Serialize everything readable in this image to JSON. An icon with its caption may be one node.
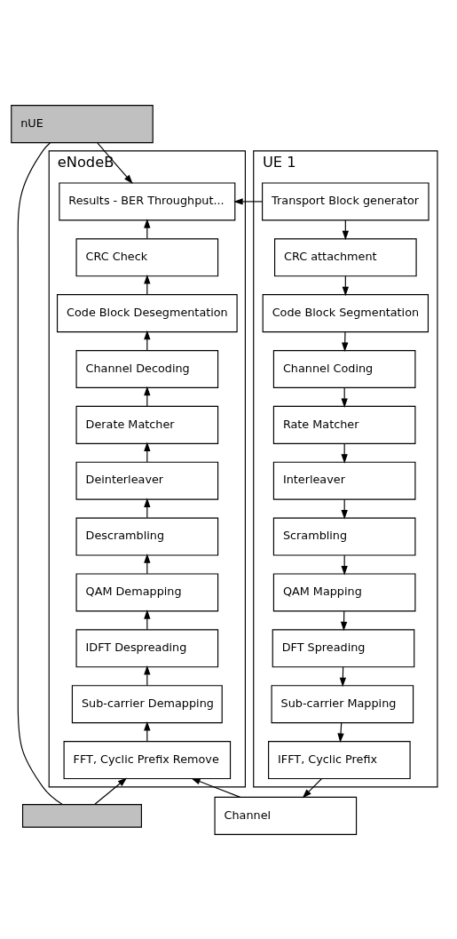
{
  "diagram": {
    "nodes": [
      {
        "text": [
          "nUE"
        ]
      },
      {
        "text": [
          "UE 1"
        ]
      },
      {
        "text": [
          "Transport Block generator"
        ],
        "in": 1
      },
      {
        "text": [
          "CRC attachment"
        ],
        "in": 1
      },
      {
        "text": [
          "Code Block Segmentation"
        ],
        "in": 1
      },
      {
        "text": [
          "Channel Coding"
        ],
        "in": 1
      },
      {
        "text": [
          "Rate Matcher"
        ],
        "in": 1
      },
      {
        "text": [
          "Interleaver"
        ],
        "in": 1
      },
      {
        "text": [
          "Scrambling"
        ],
        "in": 1
      },
      {
        "text": [
          "QAM Mapping"
        ],
        "in": 1
      },
      {
        "text": [
          "DFT Spreading"
        ],
        "in": 1
      },
      {
        "text": [
          "Sub-carrier Mapping"
        ],
        "in": 1
      },
      {
        "text": [
          "IFFT, Cyclic Prefix"
        ],
        "in": 1
      },
      {
        "text": [
          "eNodeB"
        ]
      },
      {
        "text": [
          "Results - BER Throughput..."
        ],
        "in": 13
      },
      {
        "text": [
          "CRC Check"
        ],
        "in": 13
      },
      {
        "text": [
          "Code Block Desegmentation"
        ],
        "in": 13
      },
      {
        "text": [
          "Channel Decoding"
        ],
        "in": 13
      },
      {
        "text": [
          "Derate Matcher"
        ],
        "in": 13
      },
      {
        "text": [
          "Deinterleaver"
        ],
        "in": 13
      },
      {
        "text": [
          "Descrambling"
        ],
        "in": 13
      },
      {
        "text": [
          "QAM Demapping"
        ],
        "in": 13
      },
      {
        "text": [
          "IDFT Despreading"
        ],
        "in": 13
      },
      {
        "text": [
          "Sub-carrier Demapping"
        ],
        "in": 13
      },
      {
        "text": [
          "FFT, Cyclic Prefix Remove"
        ],
        "in": 13
      },
      {
        "text": [],
        "shape": "box"
      },
      {
        "text": [
          "Channel"
        ]
      }
    ],
    "edges": [
      {
        "from": 0,
        "to": 14,
        "arrow": "to"
      },
      {
        "from": 2,
        "to": 14,
        "arrow": "to"
      },
      {
        "from": 2,
        "to": 3,
        "arrow": "to"
      },
      {
        "from": 3,
        "to": 4,
        "arrow": "to"
      },
      {
        "from": 4,
        "to": 5,
        "arrow": "to"
      },
      {
        "from": 5,
        "to": 6,
        "arrow": "to"
      },
      {
        "from": 6,
        "to": 7,
        "arrow": "to"
      },
      {
        "from": 7,
        "to": 8,
        "arrow": "to"
      },
      {
        "from": 8,
        "to": 9,
        "arrow": "to"
      },
      {
        "from": 9,
        "to": 10,
        "arrow": "to"
      },
      {
        "from": 10,
        "to": 11,
        "arrow": "to"
      },
      {
        "from": 11,
        "to": 12,
        "arrow": "to"
      },
      {
        "from": 12,
        "to": 26,
        "arrow": "to"
      },
      {
        "from": 0,
        "to": 25,
        "arrow": "none"
      },
      {
        "from": 26,
        "to": 24,
        "arrow": "to"
      },
      {
        "from": 25,
        "to": 24,
        "arrow": "to"
      },
      {
        "from": 24,
        "to": 23,
        "arrow": "to"
      },
      {
        "from": 23,
        "to": 22,
        "arrow": "to"
      },
      {
        "from": 22,
        "to": 21,
        "arrow": "to"
      },
      {
        "from": 21,
        "to": 20,
        "arrow": "to"
      },
      {
        "from": 20,
        "to": 19,
        "arrow": "to"
      },
      {
        "from": 19,
        "to": 18,
        "arrow": "to"
      },
      {
        "from": 18,
        "to": 17,
        "arrow": "to"
      },
      {
        "from": 17,
        "to": 16,
        "arrow": "to"
      },
      {
        "from": 16,
        "to": 15,
        "arrow": "to"
      },
      {
        "from": 15,
        "to": 14,
        "arrow": "to"
      }
    ]
  }
}
